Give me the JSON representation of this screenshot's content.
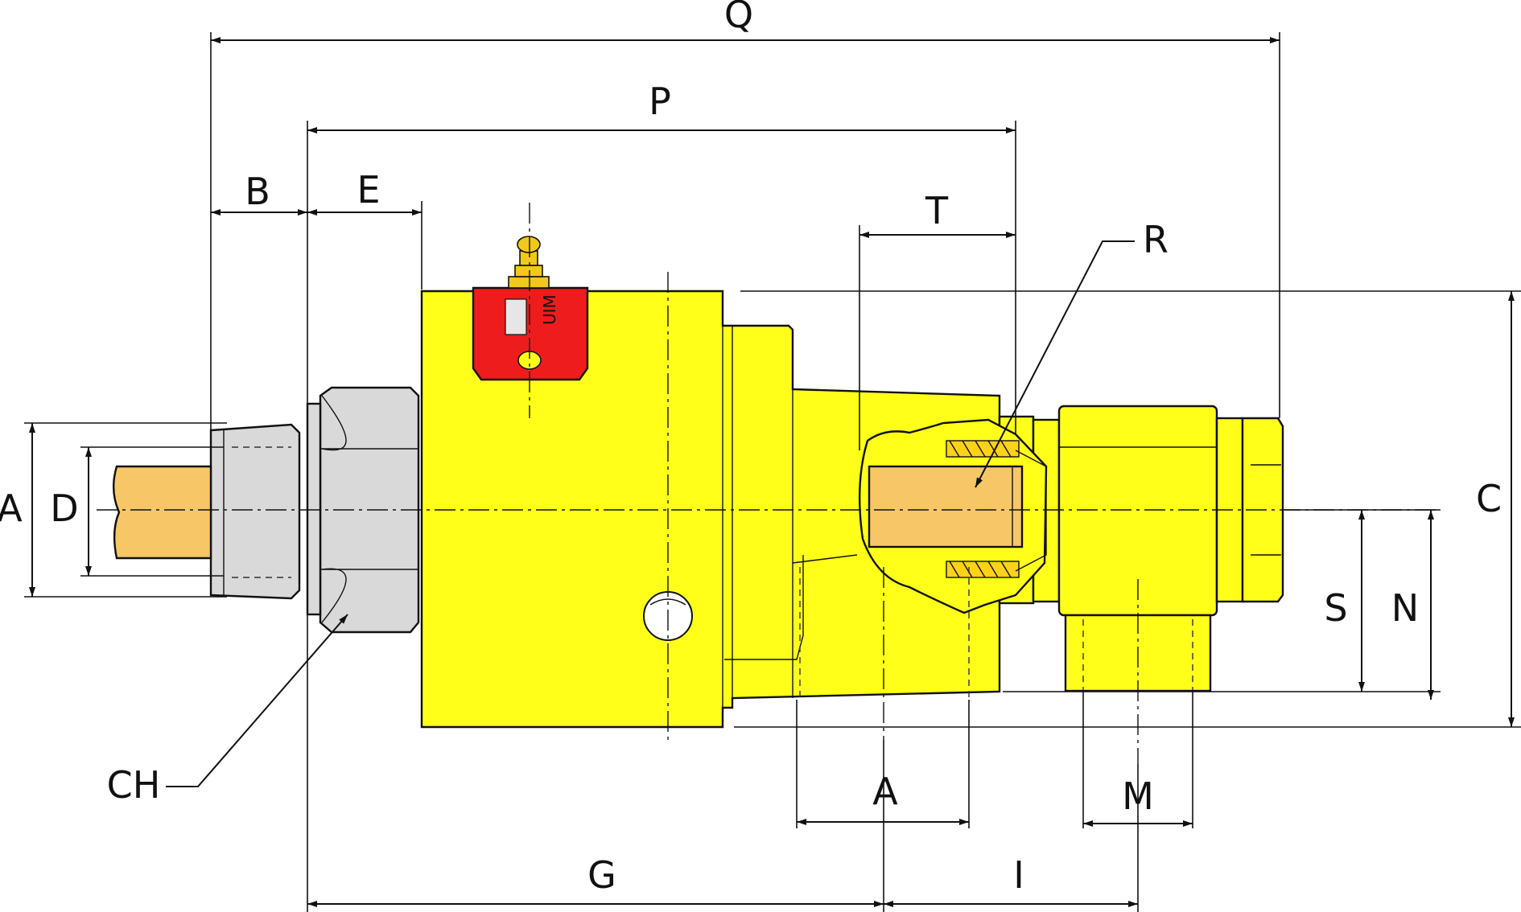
{
  "labels": {
    "Q": "Q",
    "P": "P",
    "B": "B",
    "E": "E",
    "T": "T",
    "R": "R",
    "A_left": "A",
    "D": "D",
    "C": "C",
    "S": "S",
    "N": "N",
    "CH": "CH",
    "A_bottom": "A",
    "M": "M",
    "G": "G",
    "I": "I"
  },
  "colors": {
    "body": "#ffff1a",
    "fitting": "#d9d9d9",
    "shaft": "#f7c767",
    "tag": "#ee1c1c",
    "nipple": "#f2c81a"
  },
  "tag_text": "UIM"
}
